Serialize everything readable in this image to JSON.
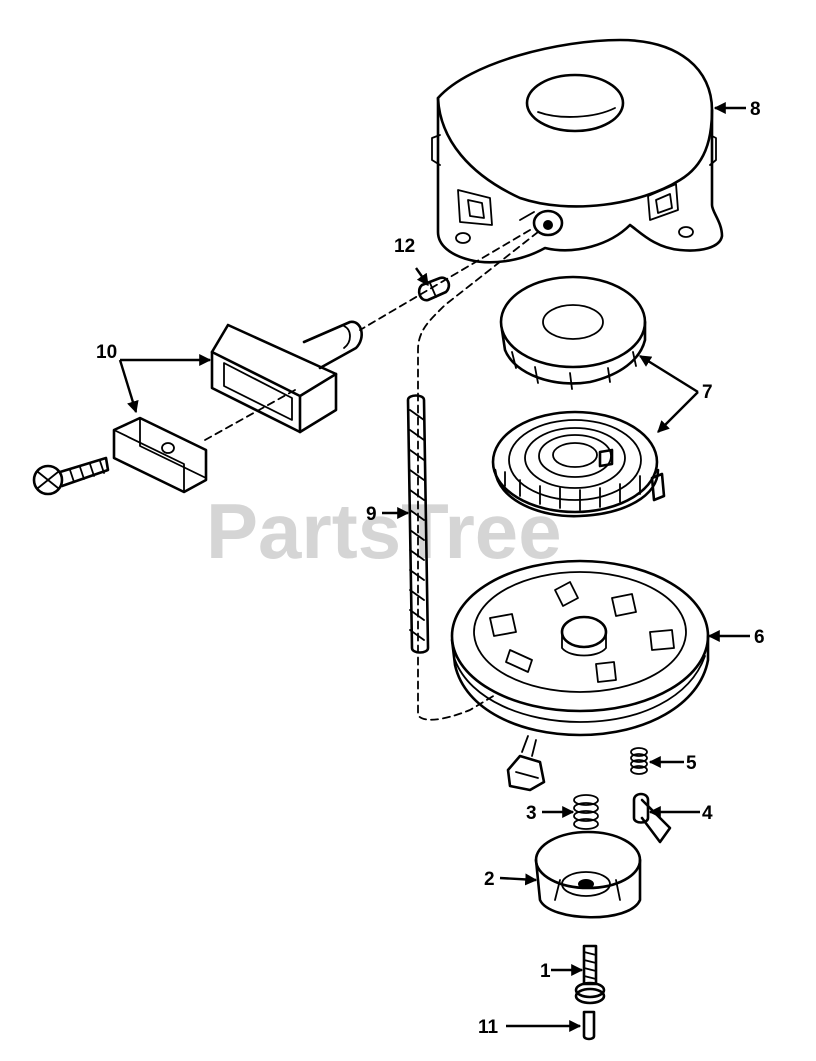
{
  "watermark": "PartsTree",
  "callouts": {
    "c1": "1",
    "c2": "2",
    "c3": "3",
    "c4": "4",
    "c5": "5",
    "c6": "6",
    "c7": "7",
    "c8": "8",
    "c9": "9",
    "c10": "10",
    "c11": "11",
    "c12": "12"
  }
}
